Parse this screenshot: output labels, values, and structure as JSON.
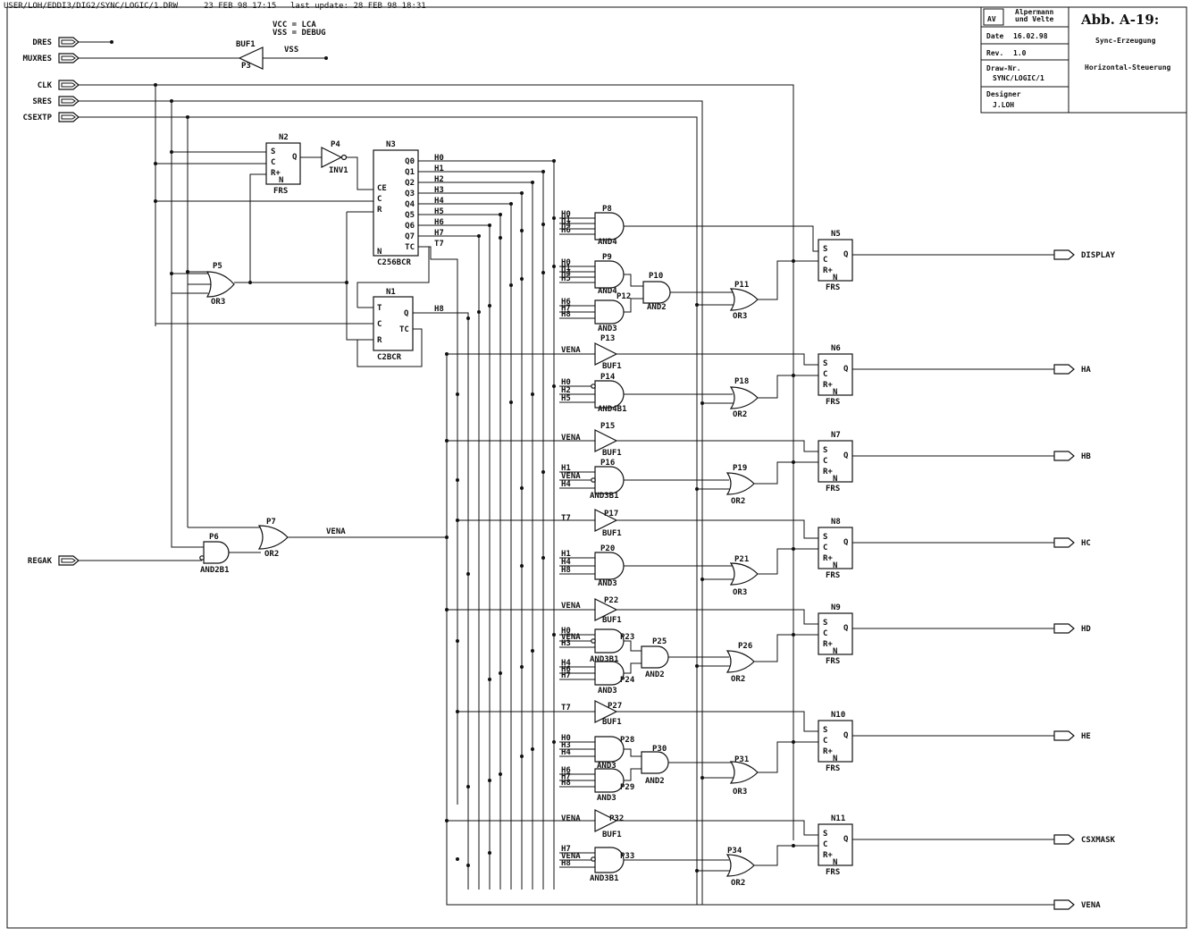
{
  "header": {
    "path": "USER/LOH/EDDI3/DIG2/SYNC/LOGIC/1.DRW",
    "created": "23 FEB 98 17:15",
    "update": "last update: 28 FEB 98 18:31"
  },
  "power": {
    "vcc": "VCC = LCA",
    "vss": "VSS = DEBUG",
    "buf_label": "VSS"
  },
  "title_block": {
    "logo": "AV",
    "company_line1": "Alpermann",
    "company_line2": "und Velte",
    "date_label": "Date",
    "date_value": "16.02.98",
    "rev_label": "Rev.",
    "rev_value": "1.0",
    "draw_label": "Draw-Nr.",
    "draw_value": "SYNC/LOGIC/1",
    "designer_label": "Designer",
    "designer_value": "J.LOH",
    "figure": "Abb. A-19:",
    "subtitle1": "Sync-Erzeugung",
    "subtitle2": "Horizontal-Steuerung"
  },
  "ports_in": [
    "DRES",
    "MUXRES",
    "CLK",
    "SRES",
    "CSEXTP",
    "REGAK"
  ],
  "ports_out": [
    "DISPLAY",
    "HA",
    "HB",
    "HC",
    "HD",
    "HE",
    "CSXMASK",
    "VENA"
  ],
  "gates": [
    {
      "ref": "BUF1",
      "id": "P3"
    },
    {
      "ref": "FRS",
      "id": "N2"
    },
    {
      "ref": "INV1",
      "id": "P4"
    },
    {
      "ref": "C256BCR",
      "id": "N3"
    },
    {
      "ref": "C2BCR",
      "id": "N1"
    },
    {
      "ref": "OR3",
      "id": "P5"
    },
    {
      "ref": "AND2B1",
      "id": "P6"
    },
    {
      "ref": "OR2",
      "id": "P7"
    },
    {
      "ref": "AND4",
      "id": "P8"
    },
    {
      "ref": "AND4",
      "id": "P9"
    },
    {
      "ref": "AND2",
      "id": "P10"
    },
    {
      "ref": "OR3",
      "id": "P11"
    },
    {
      "ref": "AND3",
      "id": "P12"
    },
    {
      "ref": "BUF1",
      "id": "P13"
    },
    {
      "ref": "AND4B1",
      "id": "P14"
    },
    {
      "ref": "BUF1",
      "id": "P15"
    },
    {
      "ref": "AND3B1",
      "id": "P16"
    },
    {
      "ref": "BUF1",
      "id": "P17"
    },
    {
      "ref": "OR2",
      "id": "P18"
    },
    {
      "ref": "OR2",
      "id": "P19"
    },
    {
      "ref": "AND3",
      "id": "P20"
    },
    {
      "ref": "OR3",
      "id": "P21"
    },
    {
      "ref": "BUF1",
      "id": "P22"
    },
    {
      "ref": "AND3B1",
      "id": "P23"
    },
    {
      "ref": "AND3",
      "id": "P24"
    },
    {
      "ref": "AND2",
      "id": "P25"
    },
    {
      "ref": "OR2",
      "id": "P26"
    },
    {
      "ref": "BUF1",
      "id": "P27"
    },
    {
      "ref": "AND3",
      "id": "P28"
    },
    {
      "ref": "AND3",
      "id": "P29"
    },
    {
      "ref": "AND2",
      "id": "P30"
    },
    {
      "ref": "OR3",
      "id": "P31"
    },
    {
      "ref": "BUF1",
      "id": "P32"
    },
    {
      "ref": "AND3B1",
      "id": "P33"
    },
    {
      "ref": "OR2",
      "id": "P34"
    }
  ],
  "flipflops": [
    "N5",
    "N6",
    "N7",
    "N8",
    "N9",
    "N10",
    "N11"
  ],
  "ff_pins": {
    "s": "S",
    "c": "C",
    "r": "R+",
    "n": "N",
    "q": "Q",
    "type": "FRS"
  },
  "counter_pins": {
    "ce": "CE",
    "c": "C",
    "r": "R",
    "n": "N",
    "outs": [
      "Q0",
      "Q1",
      "Q2",
      "Q3",
      "Q4",
      "Q5",
      "Q6",
      "Q7",
      "TC"
    ]
  },
  "n1_pins": {
    "t": "T",
    "c": "C",
    "r": "R",
    "q": "Q",
    "tc": "TC"
  },
  "nets": {
    "h": [
      "H0",
      "H1",
      "H2",
      "H3",
      "H4",
      "H5",
      "H6",
      "H7",
      "T7"
    ],
    "h8": "H8",
    "vena": "VENA",
    "t7": "T7"
  },
  "gate_inputs": {
    "p8": [
      "H0",
      "H1",
      "H4",
      "H6"
    ],
    "p9": [
      "H0",
      "H1",
      "H4",
      "H5"
    ],
    "p12": [
      "H6",
      "H7",
      "H8"
    ],
    "p13": "VENA",
    "p14": [
      "H0",
      "H2",
      "H5"
    ],
    "p15": "VENA",
    "p16": [
      "H1",
      "VENA",
      "H4"
    ],
    "p17": "T7",
    "p20": [
      "H1",
      "H4",
      "H8"
    ],
    "p22": "VENA",
    "p23": [
      "H0",
      "VENA",
      "H3"
    ],
    "p24": [
      "H4",
      "H6",
      "H7"
    ],
    "p27": "T7",
    "p28": [
      "H0",
      "H3",
      "H4"
    ],
    "p29": [
      "H6",
      "H7",
      "H8"
    ],
    "p32": "VENA",
    "p33": [
      "H7",
      "VENA",
      "H8"
    ]
  },
  "colors": {
    "ink": "#111111",
    "paper": "#ffffff"
  }
}
